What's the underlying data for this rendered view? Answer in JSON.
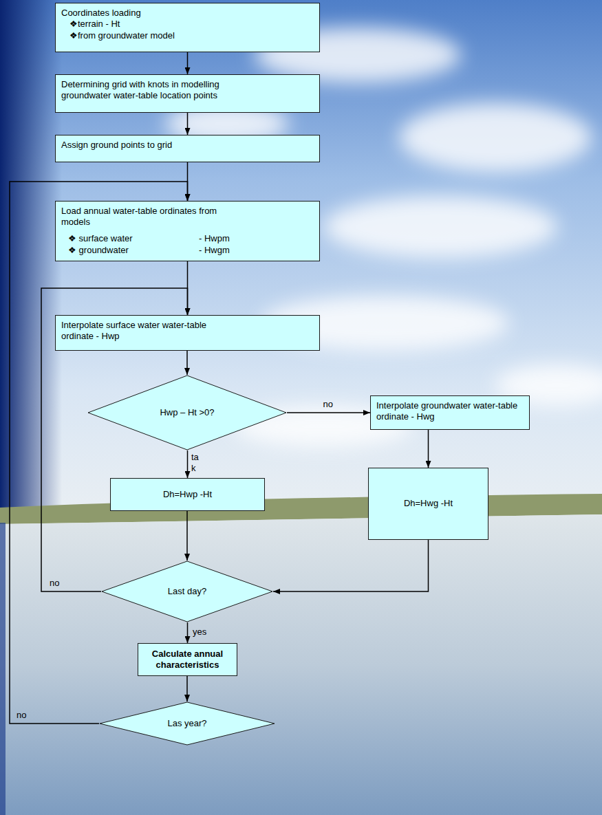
{
  "diagram": {
    "nodes": [
      {
        "text": [
          "Coordinates loading",
          "❖terrain - Ht",
          "❖from groundwater model"
        ]
      },
      {
        "text": [
          "Determining grid with knots in modelling groundwater water-table location points"
        ]
      },
      {
        "text": [
          "Assign ground points to grid"
        ]
      },
      {
        "text": [
          "Load annual water-table ordinates from models",
          "❖ surface water",
          "- Hwpm",
          "❖ groundwater",
          "- Hwgm"
        ]
      },
      {
        "text": [
          "Interpolate surface water water-table ordinate - Hwp"
        ]
      },
      {
        "text": [
          "Hwp – Ht >0?"
        ]
      },
      {
        "text": [
          "Interpolate groundwater water-table ordinate - Hwg"
        ]
      },
      {
        "text": [
          "Dh=Hwp -Ht"
        ]
      },
      {
        "text": [
          "Dh=Hwg -Ht"
        ]
      },
      {
        "text": [
          "Last day?"
        ]
      },
      {
        "text": [
          "Calculate annual characteristics"
        ]
      },
      {
        "text": [
          "Las year?"
        ]
      }
    ],
    "edges": [
      {
        "from": 0,
        "to": 1,
        "arrow": "to"
      },
      {
        "from": 1,
        "to": 2,
        "arrow": "to"
      },
      {
        "from": 2,
        "to": 3,
        "arrow": "to"
      },
      {
        "from": 3,
        "to": 4,
        "arrow": "to"
      },
      {
        "from": 4,
        "to": 5,
        "arrow": "to"
      },
      {
        "from": 5,
        "to": 6,
        "label": "no",
        "arrow": "to"
      },
      {
        "from": 5,
        "to": 7,
        "label": "ta k",
        "arrow": "to"
      },
      {
        "from": 6,
        "to": 8,
        "arrow": "to"
      },
      {
        "from": 7,
        "to": 9,
        "arrow": "to"
      },
      {
        "from": 8,
        "to": 9,
        "arrow": "to"
      },
      {
        "from": 9,
        "to": 4,
        "label": "no",
        "arrow": "to"
      },
      {
        "from": 9,
        "to": 10,
        "label": "yes",
        "arrow": "to"
      },
      {
        "from": 10,
        "to": 11,
        "arrow": "to"
      },
      {
        "from": 11,
        "to": 3,
        "label": "no",
        "arrow": "to"
      }
    ]
  }
}
